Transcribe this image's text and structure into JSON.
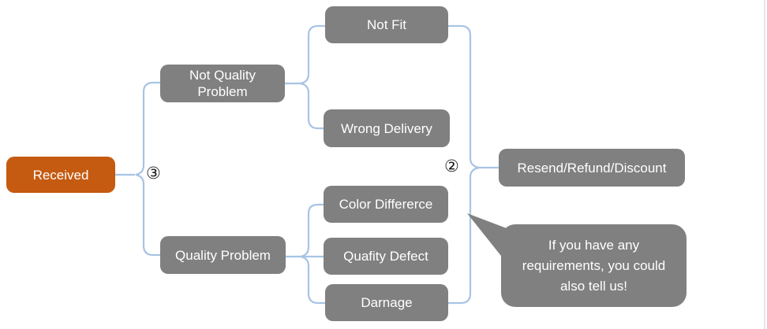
{
  "nodes": {
    "received": "Received",
    "not_quality_problem": "Not Quality Problem",
    "quality_problem": "Quality Problem",
    "not_fit": "Not Fit",
    "wrong_delivery": "Wrong Delivery",
    "color_differerce": "Color Differerce",
    "quafity_defect": "Quafity Defect",
    "darnage": "Darnage",
    "outcome": "Resend/Refund/Discount"
  },
  "callout": {
    "text": "If you have any requirements, you could also tell us!"
  },
  "markers": {
    "left": "③",
    "right": "②"
  },
  "colors": {
    "background": "#ffffff",
    "root_fill": "#c55a11",
    "node_fill": "#808080",
    "node_text": "#ffffff",
    "connector": "#a8c4e4",
    "marker_color": "#1a1a1a",
    "edge_line": "#e3e6ea"
  }
}
